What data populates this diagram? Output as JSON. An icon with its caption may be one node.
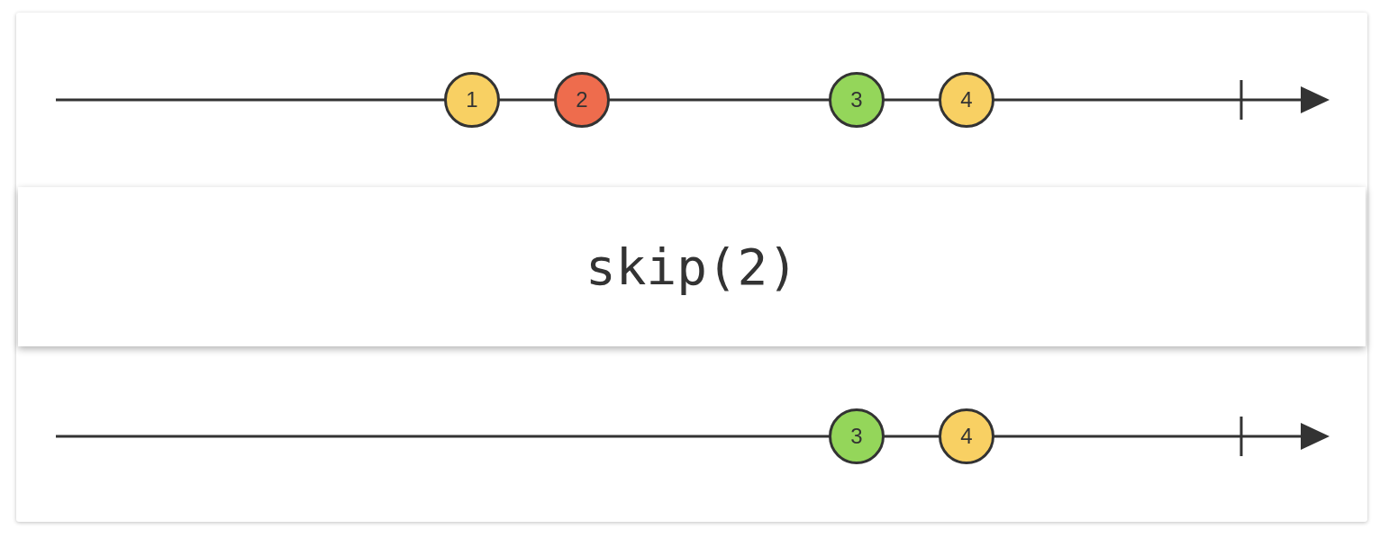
{
  "diagram": {
    "nodes": [
      {
        "text": [
          "1"
        ]
      },
      {
        "text": [
          "2"
        ]
      },
      {
        "text": [
          "3"
        ]
      },
      {
        "text": [
          "4"
        ]
      },
      {
        "text": [
          "skip(2)"
        ]
      },
      {
        "text": [
          "3"
        ]
      },
      {
        "text": [
          "4"
        ]
      }
    ],
    "edges": []
  }
}
